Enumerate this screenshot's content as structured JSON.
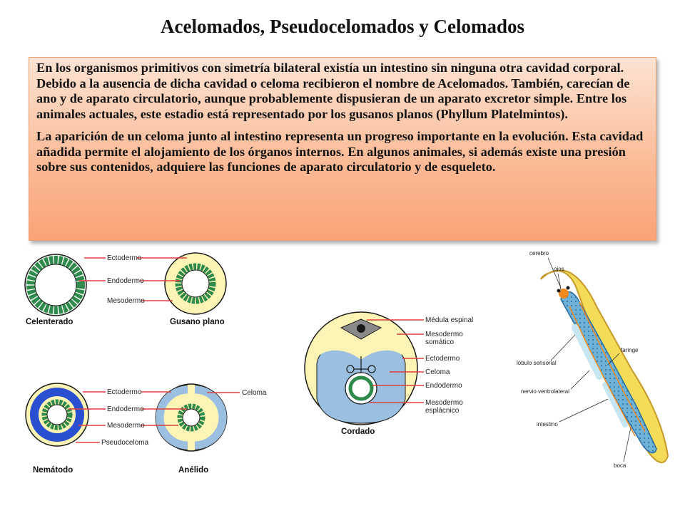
{
  "title": "Acelomados, Pseudocelomados y Celomados",
  "paragraphs": [
    "En los organismos primitivos con simetría bilateral existía un intestino sin ninguna otra cavidad corporal. Debido a la ausencia de dicha cavidad o celoma recibieron el nombre de Acelomados. También, carecían de ano y de aparato circulatorio, aunque probablemente dispusieran de un aparato excretor simple. Entre los animales actuales, este estadio está representado por los gusanos planos (Phyllum Platelmintos).",
    "La aparición de un celoma junto al intestino representa un progreso importante en la evolución. Esta cavidad añadida permite el alojamiento de los órganos internos. En algunos animales, si además existe una presión sobre sus contenidos, adquiere las funciones de aparato circulatorio y de esqueleto."
  ],
  "diagram_top": {
    "labels": [
      "Ectodermo",
      "Endodermo",
      "Mesodermo"
    ],
    "captions": [
      "Celenterado",
      "Gusano plano"
    ]
  },
  "diagram_bottom": {
    "labels": [
      "Ectodermo",
      "Endodermo",
      "Mesodermo",
      "Pseudoceloma"
    ],
    "celoma_label": "Celoma",
    "captions": [
      "Nemátodo",
      "Anélido"
    ]
  },
  "diagram_cordado": {
    "labels": [
      "Médula espinal",
      "Mesodermo",
      "somático",
      "Ectodermo",
      "Celoma",
      "Endodermo",
      "Mesodermo",
      "esplácnico"
    ],
    "caption": "Cordado"
  },
  "diagram_worm": {
    "labels": [
      "cerebro",
      "ojos",
      "lóbulo sensorial",
      "nervio ventrolateral",
      "intestino",
      "faringe",
      "boca"
    ]
  },
  "colors": {
    "ectoderm_line": "#e04040",
    "mesoderm_yellow": "#fbf4b4",
    "endoderm_green": "#2e8a4a",
    "coelom_blue": "#9bbfe0",
    "pseudocoel_blue": "#2a4fd0"
  }
}
